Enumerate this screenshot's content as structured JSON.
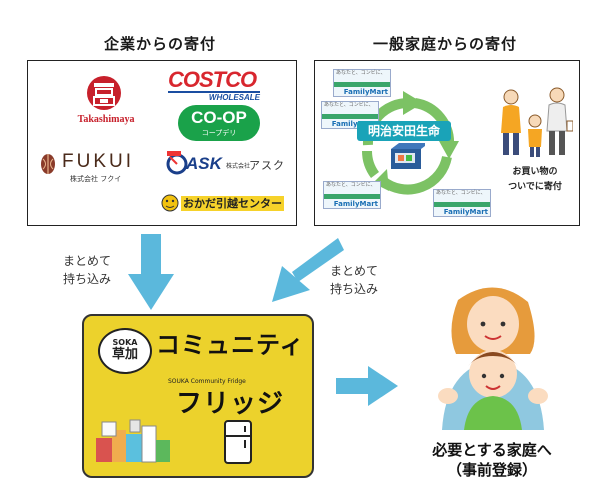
{
  "corporate": {
    "title": "企業からの寄付",
    "logos": {
      "takashimaya": "Takashimaya",
      "costco": "COSTCO",
      "costco_sub": "WHOLESALE",
      "coop": "CO-OP",
      "coop_sub": "コープデリ",
      "fukui": "FUKUI",
      "fukui_sub": "株式会社 フクイ",
      "ask": "ASK",
      "ask_company": "株式会社",
      "ask_kana": "アスク",
      "okada": "おかだ引越センター"
    }
  },
  "household": {
    "title": "一般家庭からの寄付",
    "center_label": "明治安田生命",
    "store_label": "FamilyMart",
    "store_small": "あなたと、コンビに、",
    "shopping_note": [
      "お買い物の",
      "ついでに寄付"
    ]
  },
  "labels": {
    "left_arrow_note": [
      "まとめて",
      "持ち込み"
    ],
    "right_arrow_note": [
      "まとめて",
      "持ち込み"
    ]
  },
  "fridge": {
    "badge_top": "SOKA",
    "badge_main": "草加",
    "title_line1": "コミュニティ",
    "subtitle": "SOUKA Community Fridge",
    "title_line2": "フリッジ"
  },
  "recipient": {
    "line1": "必要とする家庭へ",
    "line2": "（事前登録）"
  },
  "colors": {
    "arrow": "#5bb8dc",
    "cycle": "#7cc264",
    "fridge_bg": "#ecd22c",
    "costco_red": "#d8262e",
    "coop_green": "#1aa24a"
  }
}
